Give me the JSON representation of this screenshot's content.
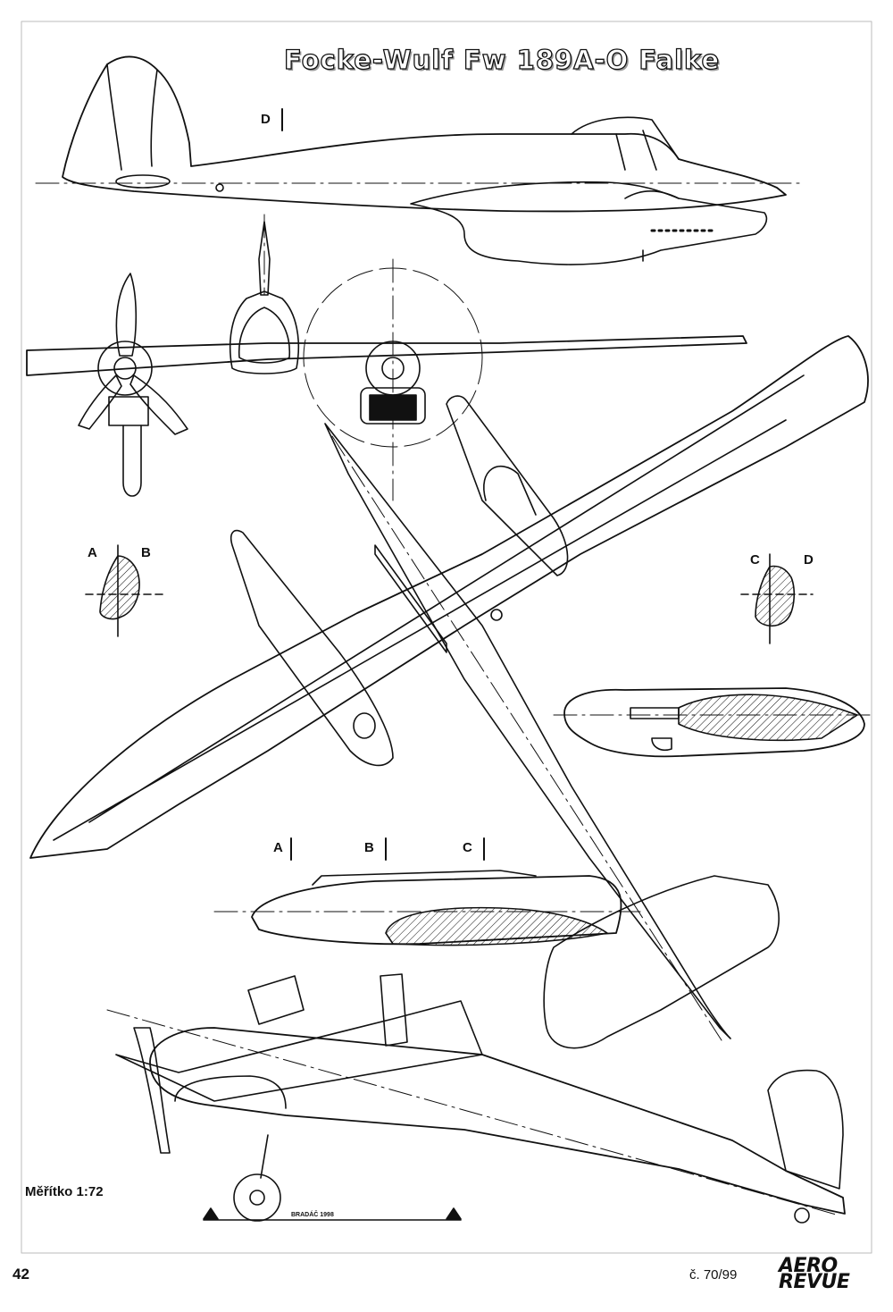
{
  "title": "Focke-Wulf Fw 189A-O Falke",
  "labels": {
    "a": "A",
    "b": "B",
    "c": "C",
    "d": "D"
  },
  "scale": "Měřítko 1:72",
  "page_number": "42",
  "issue": "č. 70/99",
  "logo": {
    "line1": "AERO",
    "line2": "REVUE"
  },
  "signature": "BRADÁČ 1998"
}
